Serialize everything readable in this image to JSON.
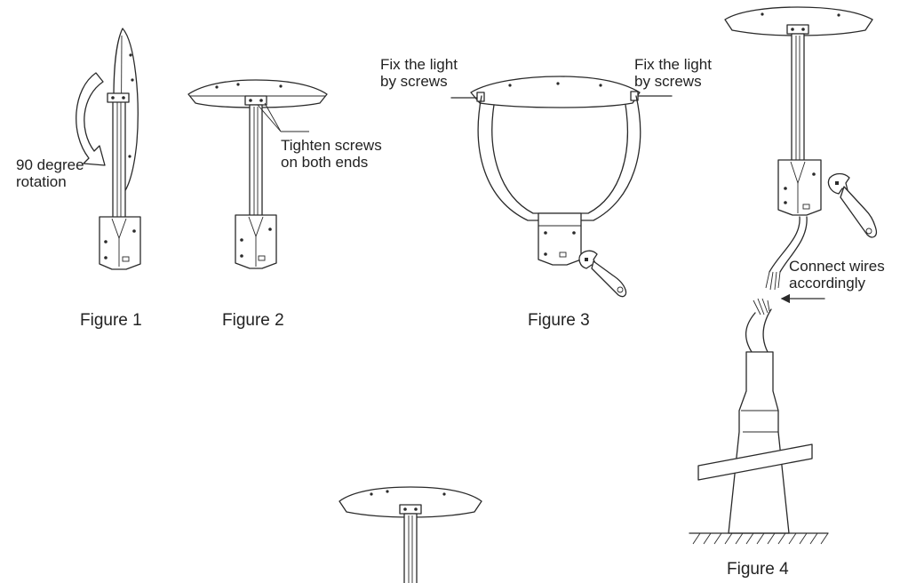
{
  "labels": {
    "rotation_line1": "90 degree",
    "rotation_line2": "rotation",
    "tighten_line1": "Tighten screws",
    "tighten_line2": "on both ends",
    "fix_left_line1": "Fix the light",
    "fix_left_line2": "by screws",
    "fix_right_line1": "Fix the light",
    "fix_right_line2": "by screws",
    "connect_line1": "Connect wires",
    "connect_line2": "accordingly"
  },
  "captions": {
    "figure1": "Figure 1",
    "figure2": "Figure 2",
    "figure3": "Figure 3",
    "figure4": "Figure 4"
  },
  "colors": {
    "line": "#2a2a2a",
    "text": "#222222",
    "background": "#ffffff"
  }
}
